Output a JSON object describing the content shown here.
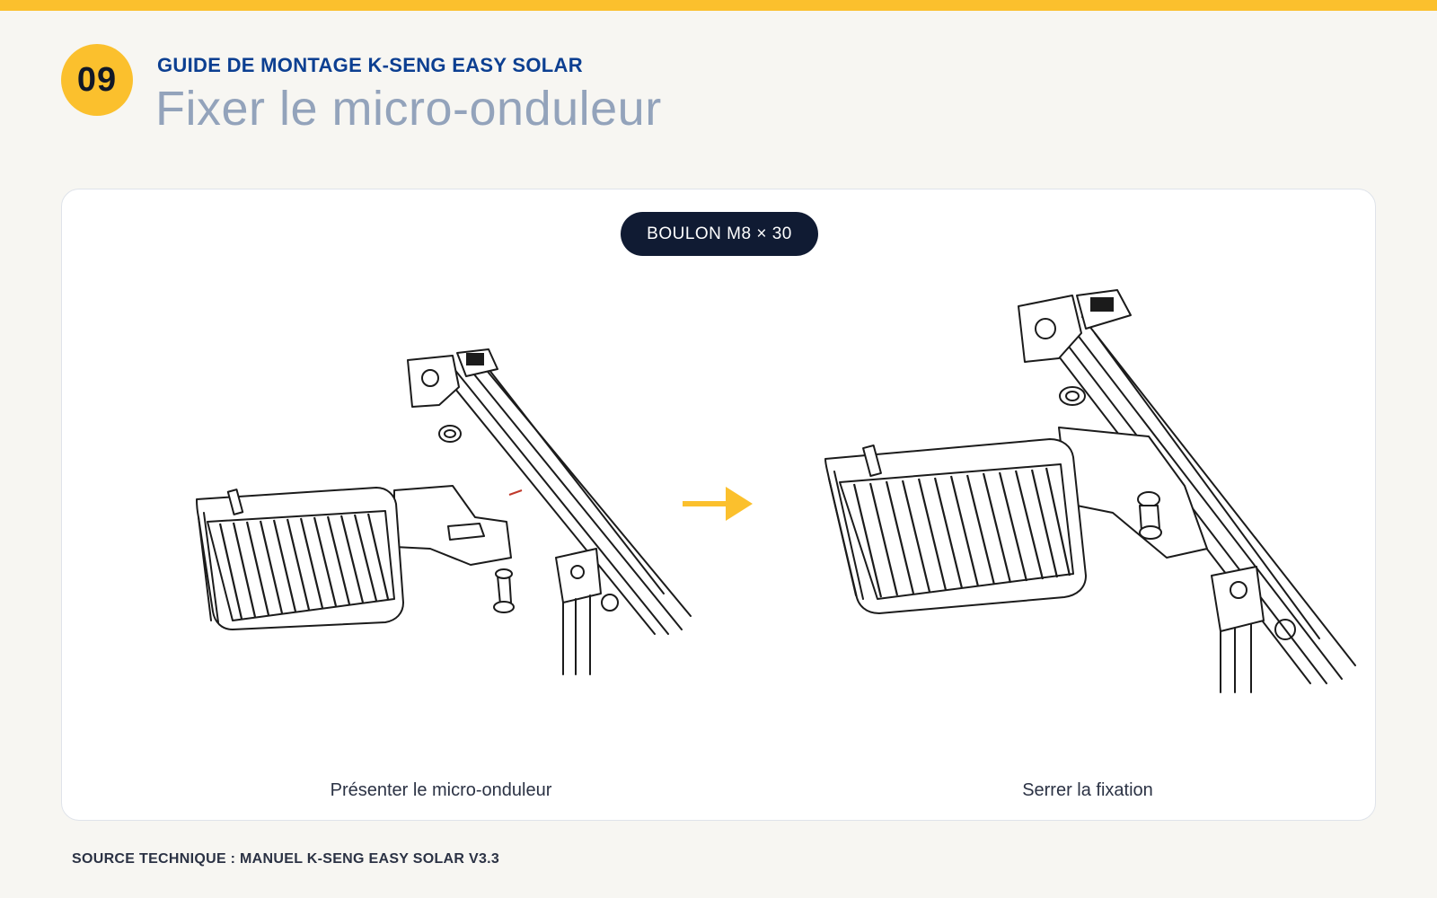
{
  "header": {
    "step_number": "09",
    "kicker": "GUIDE DE MONTAGE K-SENG EASY SOLAR",
    "title": "Fixer le micro-onduleur"
  },
  "card": {
    "bolt_label": "BOULON M8 × 30",
    "left_caption": "Présenter le micro-onduleur",
    "right_caption": "Serrer la fixation"
  },
  "footer": {
    "source": "SOURCE TECHNIQUE : MANUEL K-SENG EASY SOLAR V3.3"
  },
  "colors": {
    "accent": "#fbc02d",
    "kicker": "#0c3f91",
    "title": "#93a3bb",
    "pill": "#101b33"
  },
  "icons": {
    "arrow": "arrow-right-icon"
  }
}
